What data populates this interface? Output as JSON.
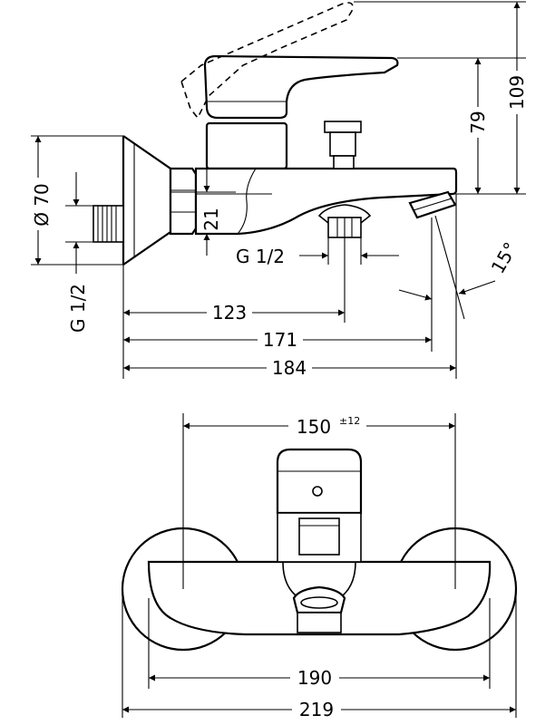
{
  "side_view": {
    "height_total": "109",
    "height_spout": "79",
    "diameter": "Ø 70",
    "offset": "21",
    "thread_outlet": "G 1/2",
    "thread_inlet": "G 1/2",
    "angle": "15°",
    "len_outlet": "123",
    "len_spout": "171",
    "len_total": "184"
  },
  "front_view": {
    "centers": "150",
    "centers_tolerance": "±12",
    "body_width": "190",
    "total_width": "219"
  }
}
